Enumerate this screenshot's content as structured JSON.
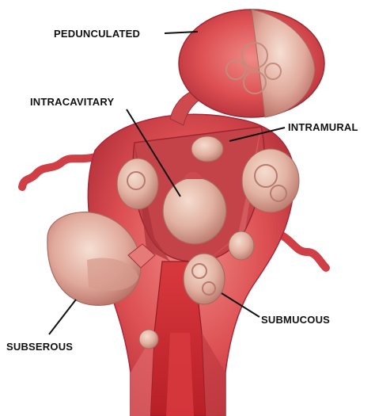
{
  "labels": {
    "pedunculated": "PEDUNCULATED",
    "intracavitary": "INTRACAVITARY",
    "intramural": "INTRAMURAL",
    "submucous": "SUBMUCOUS",
    "subserous": "SUBSEROUS"
  },
  "colors": {
    "tissue": "#d9454a",
    "tissue_dark": "#b02a30",
    "tissue_light": "#ea7a78",
    "fibroid": "#e3b6a6",
    "fibroid_shadow": "#c98a7d",
    "cavity": "#b83c3f",
    "canal": "#c5262c",
    "leader": "#111111"
  }
}
